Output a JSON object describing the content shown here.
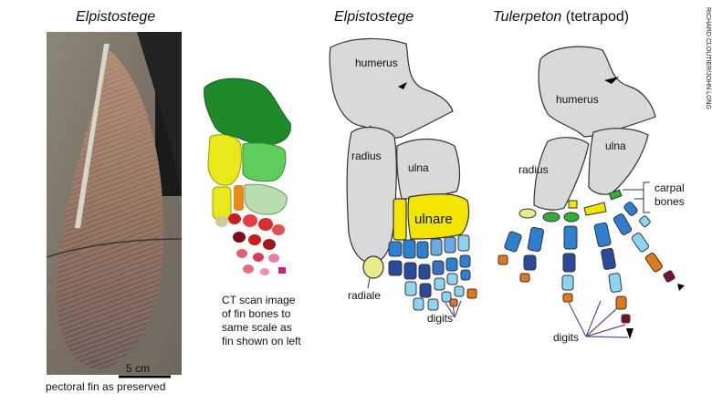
{
  "titles": {
    "photo": "Elpistostege",
    "middle": "Elpistostege",
    "right_italic": "Tulerpeton",
    "right_suffix": " (tetrapod)"
  },
  "photo": {
    "scale_bar": "5 cm",
    "caption": "pectoral fin as preserved"
  },
  "ct_caption": [
    "CT scan image",
    "of fin bones to",
    "same scale as",
    "fin  shown on left"
  ],
  "elpistostege_labels": {
    "humerus": "humerus",
    "radius": "radius",
    "ulna": "ulna",
    "ulnare": "ulnare",
    "radiale": "radiale",
    "digits": "digits"
  },
  "tulerpeton_labels": {
    "humerus": "humerus",
    "ulna": "ulna",
    "radius": "radius",
    "carpal_line1": "carpal",
    "carpal_line2": "bones",
    "digits": "digits"
  },
  "credit": "RICHARD CLOUTIER/JOHN LONG",
  "colors": {
    "bone_grey": "#d9d9d9",
    "ulnare_yellow": "#f2e600",
    "carpal_blue": "#2f7fd0",
    "dark_blue": "#2a4a9a",
    "light_blue": "#8fd3f0",
    "orange": "#e0781e",
    "maroon": "#7a1030",
    "green": "#2fae3a",
    "ct_green": "#1f8a2a",
    "ct_yellow": "#e8e81a",
    "ct_red": "#c81e1e"
  }
}
